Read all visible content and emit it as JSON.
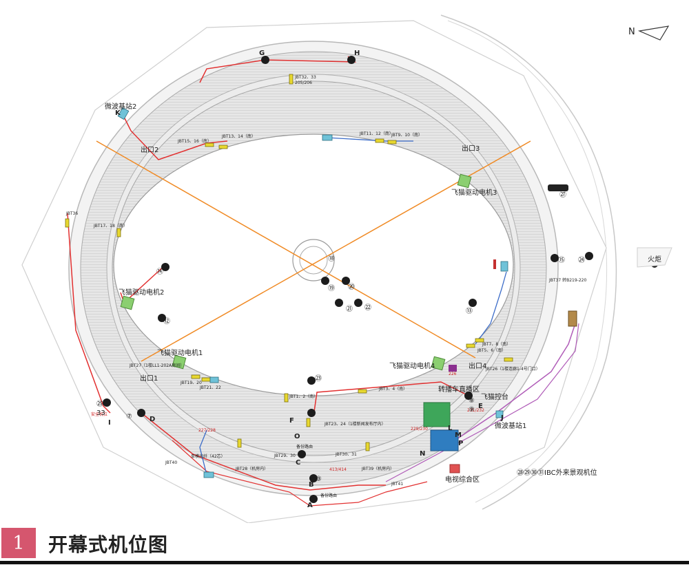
{
  "north_label": "N",
  "labels": {
    "g": "G",
    "h": "H",
    "k": "K",
    "i": "I",
    "d": "D",
    "f": "F",
    "o": "O",
    "c": "C",
    "b": "B",
    "a": "A",
    "e": "E",
    "j": "J",
    "l": "L",
    "m": "M",
    "n": "N",
    "p": "P",
    "microwave2": "微波基站2",
    "microwave1": "微波基站1",
    "exit1": "出口1",
    "exit2": "出口2",
    "exit3": "出口3",
    "exit4": "出口4",
    "motor1": "飞猫驱动电机1",
    "motor2": "飞猫驱动电机2",
    "motor3": "飞猫驱动电机3",
    "motor4": "飞猫驱动电机4",
    "relay_van": "转播车直播区",
    "flycat_ctrl": "飞猫控台",
    "tv_area": "电视综合区",
    "ibc": "㉘㉙㉚㉛IBC外来景观机位",
    "torch": "火炬",
    "safety": "安全机位",
    "jbt3233": "JBT32、33",
    "n205": "205/206",
    "jbt1516": "JBT15、16（南）",
    "jbt1314": "JBT13、14（南）",
    "jbt1112": "JBT11、12（南）",
    "jbt910": "JBT9、10（南）",
    "jbt36": "JBT36",
    "jbt1718": "JBT17、18（南）",
    "jbt37": "JBT37 转B219-220",
    "jbt78": "JBT7、8（南）",
    "jbt56": "JBT5、6（南）",
    "jbt26": "JBT26（1楼连廊1-4号门口）",
    "jbt27": "JBT27（1楼LL1-202A房间）",
    "jbt1920": "JBT19、20",
    "jbt2122": "JBT21、22",
    "jbt12": "JBT1、2（南）",
    "jbt34": "JBT3、4（南）",
    "jbt2324": "JBT23、24（1楼新闻发布厅内）",
    "jbt2930": "JBT29、30",
    "jbt3031": "JBT30、31",
    "jbt28": "JBT28（机房内）",
    "jbt39": "JBT39（机房内）",
    "jbt40": "JBT40",
    "jbt41": "JBT41",
    "backup_route": "备份路由",
    "backup_route2": "备份路由",
    "cable_rack": "单模光纤（42芯）",
    "n227": "227/228",
    "n229": "229/230",
    "n231": "231/232",
    "n413": "413/414",
    "n226": "226",
    "c25": "㉕",
    "c7": "⑦",
    "c14": "⑭",
    "c12": "⑫",
    "c18": "⑱",
    "c19": "⑲",
    "c20": "⑳",
    "c21": "㉑",
    "c22": "㉒",
    "c27": "㉗",
    "c15": "⑮",
    "c24": "㉔",
    "c13": "⑬",
    "c23": "㉓",
    "c8": "⑧",
    "c9": "⑨",
    "c33": "33",
    "c3": "③"
  },
  "footer": {
    "number": "1",
    "title": "开幕式机位图"
  }
}
